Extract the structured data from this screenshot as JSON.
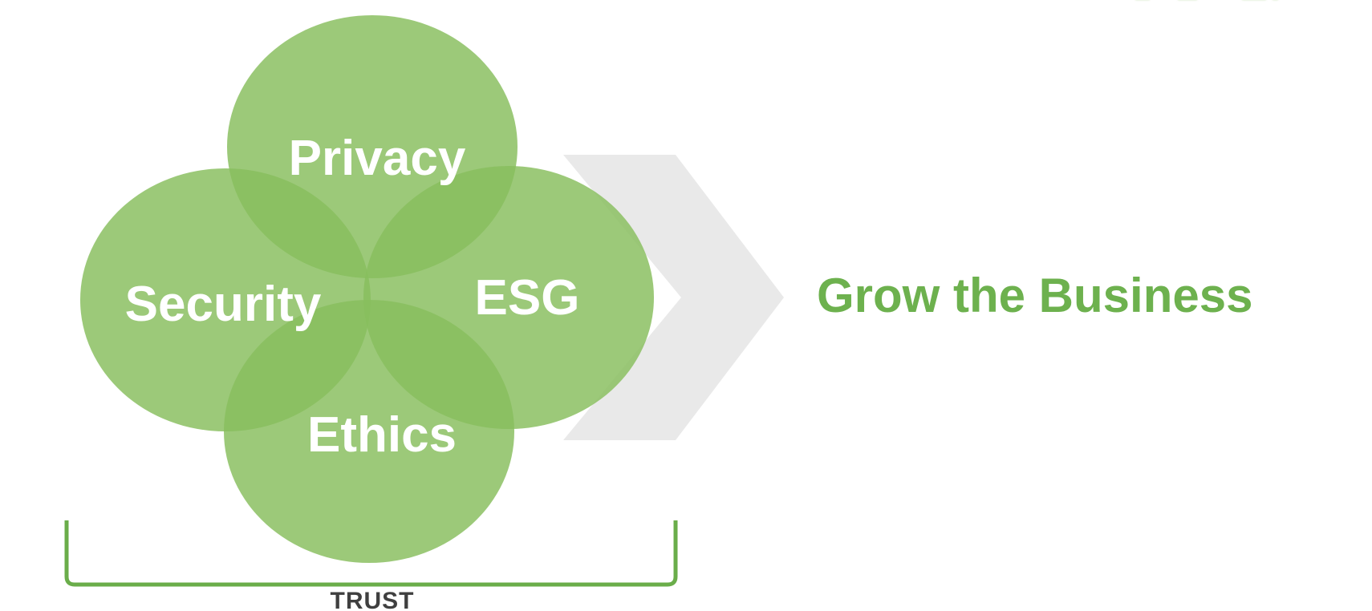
{
  "diagram": {
    "circles": [
      {
        "id": "privacy",
        "label": "Privacy"
      },
      {
        "id": "security",
        "label": "Security"
      },
      {
        "id": "esg",
        "label": "ESG"
      },
      {
        "id": "ethics",
        "label": "Ethics"
      }
    ],
    "arrow": {
      "direction": "right"
    },
    "outcome_label": "Grow the Business",
    "bracket_label": "TRUST"
  },
  "colors": {
    "circle_rgba": "rgba(136,190,94,0.83)",
    "circle_fill_hex": "#88be5e",
    "single_circle_rendered": "#9cc979",
    "overlap_rendered": "#8bc063",
    "arrow_gray": "#e9e9e9",
    "outcome_green": "#6db14e",
    "bracket_green": "#6aad4a",
    "trust_text": "#3f3f3f"
  }
}
